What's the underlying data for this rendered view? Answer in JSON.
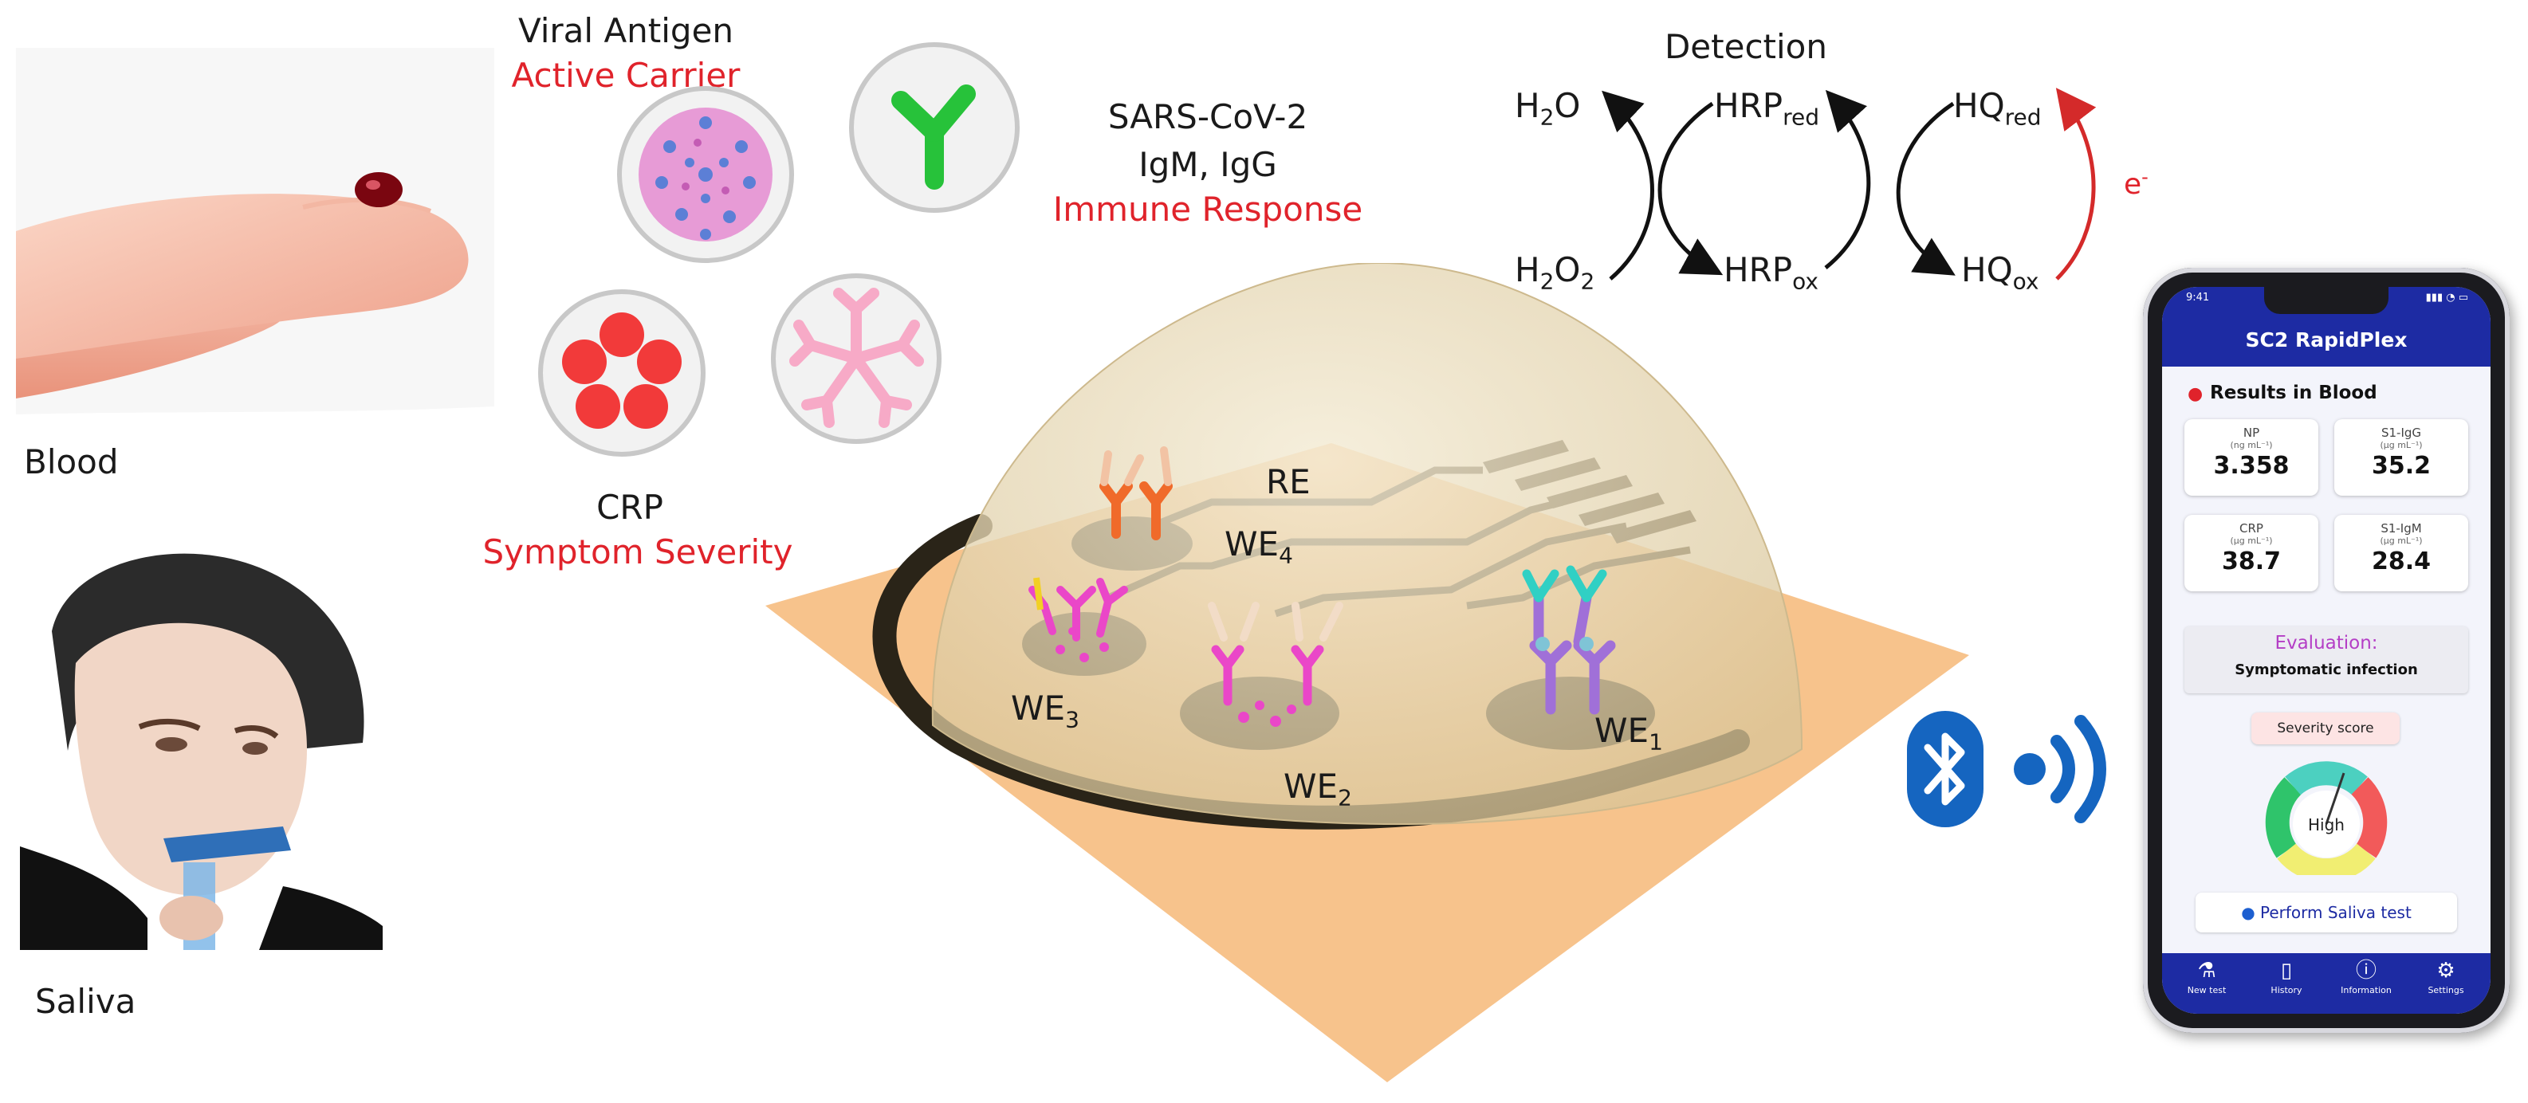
{
  "labels": {
    "blood": "Blood",
    "saliva": "Saliva",
    "viral_antigen": "Viral Antigen",
    "active_carrier": "Active Carrier",
    "crp": "CRP",
    "symptom_severity": "Symptom Severity",
    "sars": "SARS-CoV-2",
    "igm_igg": "IgM, IgG",
    "immune_response": "Immune Response",
    "detection": "Detection",
    "re": "RE",
    "we1": "WE",
    "we1_sub": "1",
    "we2": "WE",
    "we2_sub": "2",
    "we3": "WE",
    "we3_sub": "3",
    "we4": "WE",
    "we4_sub": "4"
  },
  "reaction": {
    "h2o": "H",
    "h2o_sub": "2",
    "h2o_tail": "O",
    "h2o2": "H",
    "h2o2_sub": "2",
    "h2o2_mid": "O",
    "h2o2_sub2": "2",
    "hrp_red": "HRP",
    "hrp_red_sub": "red",
    "hrp_ox": "HRP",
    "hrp_ox_sub": "ox",
    "hq_red": "HQ",
    "hq_red_sub": "red",
    "hq_ox": "HQ",
    "hq_ox_sub": "ox",
    "electron": "e",
    "electron_sup": "-"
  },
  "phone": {
    "time": "9:41",
    "app_title": "SC2 RapidPlex",
    "results_title": "Results in Blood",
    "tiles": [
      {
        "name": "NP",
        "unit": "(ng mL⁻¹)",
        "value": "3.358"
      },
      {
        "name": "S1-IgG",
        "unit": "(μg mL⁻¹)",
        "value": "35.2"
      },
      {
        "name": "CRP",
        "unit": "(μg mL⁻¹)",
        "value": "38.7"
      },
      {
        "name": "S1-IgM",
        "unit": "(μg mL⁻¹)",
        "value": "28.4"
      }
    ],
    "evaluation_title": "Evaluation:",
    "evaluation_value": "Symptomatic infection",
    "severity_label": "Severity score",
    "gauge_label": "High",
    "saliva_button": "Perform Saliva test",
    "tabs": [
      {
        "label": "New test",
        "icon": "flask-icon"
      },
      {
        "label": "History",
        "icon": "book-icon"
      },
      {
        "label": "Information",
        "icon": "info-icon"
      },
      {
        "label": "Settings",
        "icon": "gear-icon"
      }
    ]
  },
  "colors": {
    "accent_red": "#e0232b",
    "app_blue": "#1d2ba3",
    "bluetooth_blue": "#1565c0",
    "electrode": "#2a2418",
    "substrate": "#f7c38c"
  }
}
